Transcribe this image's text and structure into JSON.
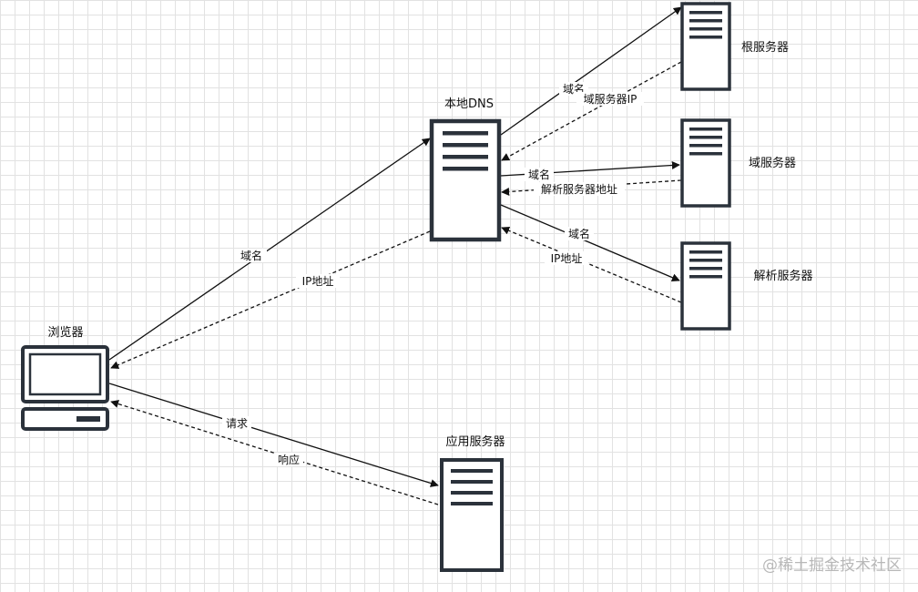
{
  "nodes": {
    "browser": {
      "label": "浏览器"
    },
    "local_dns": {
      "label": "本地DNS"
    },
    "root_server": {
      "label": "根服务器"
    },
    "domain_server": {
      "label": "域服务器"
    },
    "resolve_server": {
      "label": "解析服务器"
    },
    "app_server": {
      "label": "应用服务器"
    }
  },
  "edges": {
    "browser_to_dns": "域名",
    "dns_to_browser": "IP地址",
    "dns_to_root": "域名",
    "root_to_dns": "域服务器IP",
    "dns_to_domain": "域名",
    "domain_to_dns": "解析服务器地址",
    "dns_to_resolve": "域名",
    "resolve_to_dns": "IP地址",
    "browser_to_app": "请求",
    "app_to_browser": "响应"
  },
  "watermark": "@稀土掘金技术社区",
  "colors": {
    "line": "#111111",
    "icon": "#2b323b",
    "grid": "#e2e2e2"
  }
}
